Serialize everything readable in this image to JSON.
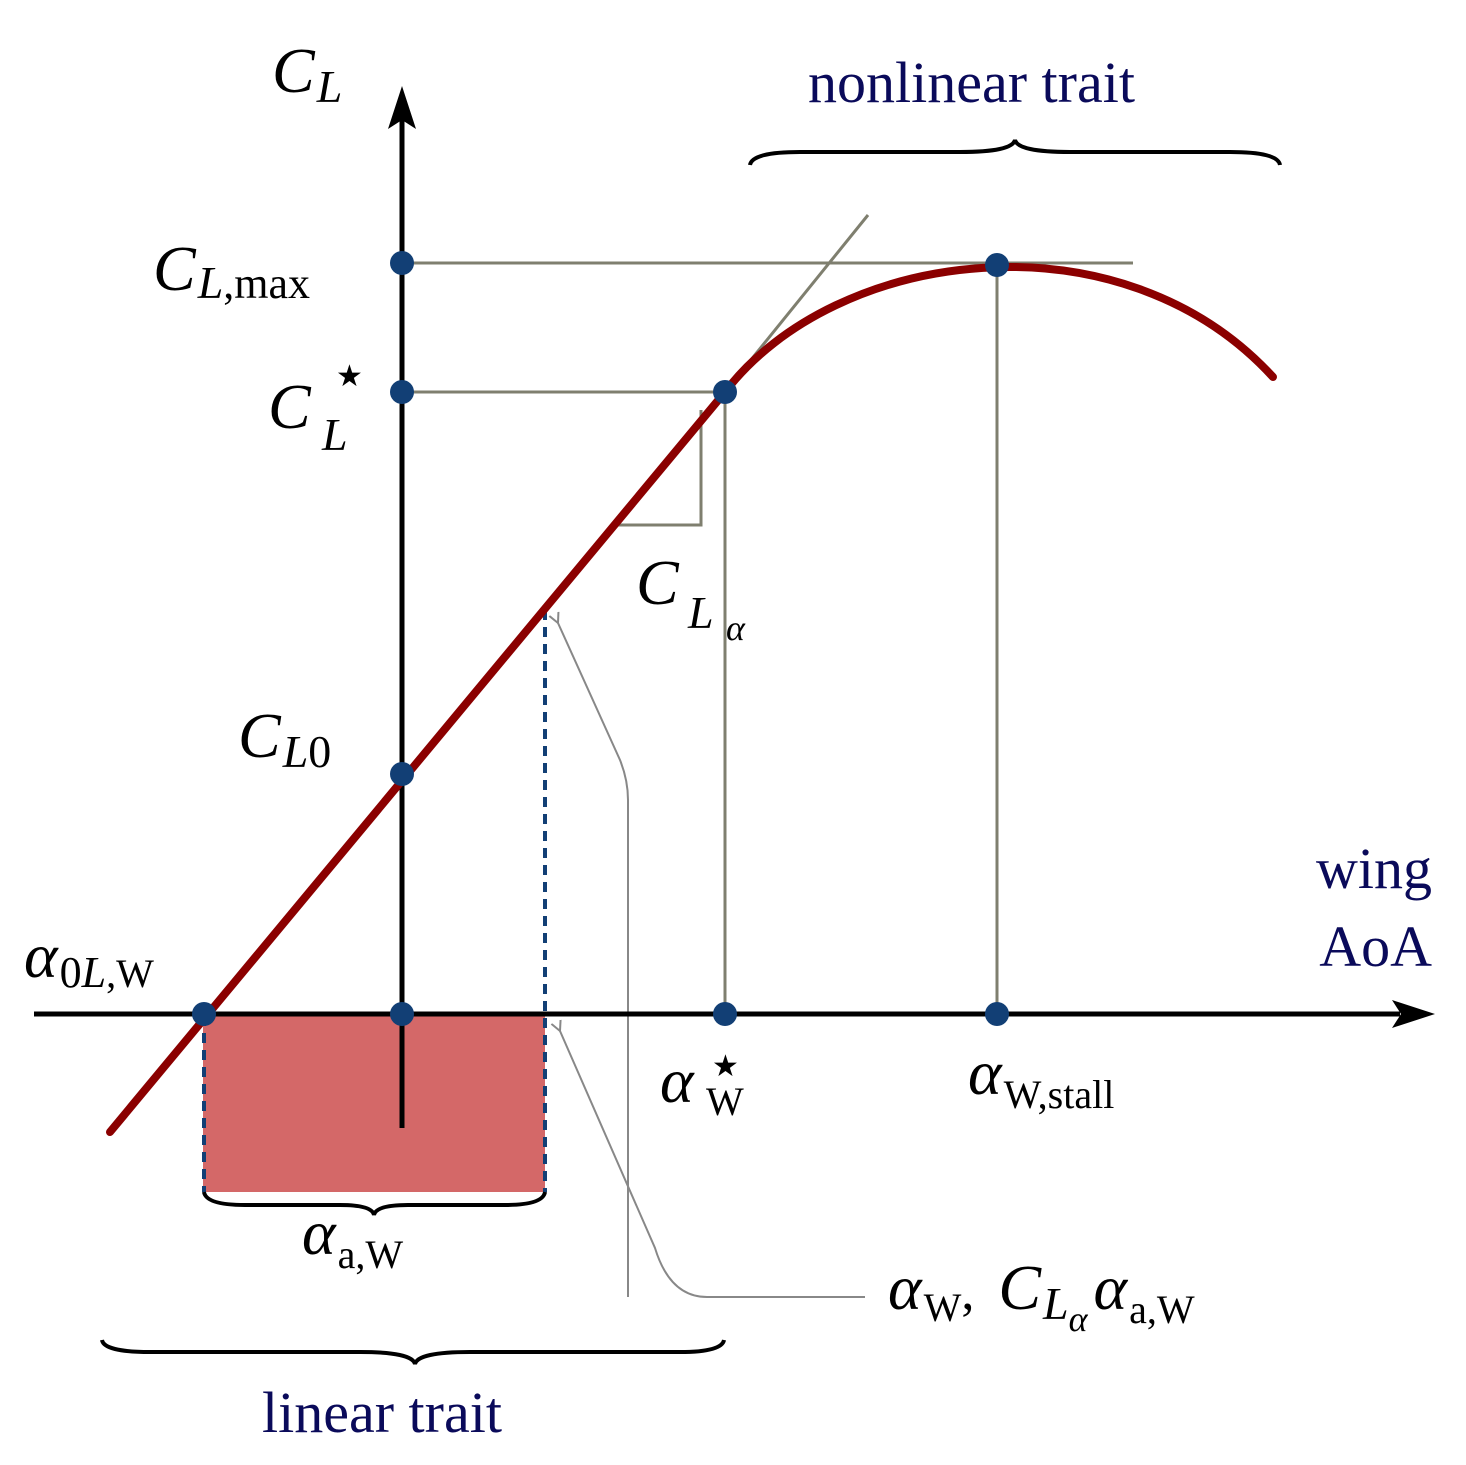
{
  "labels": {
    "y_axis_main": "C",
    "y_axis_sub": "L",
    "x_axis_line1": "wing",
    "x_axis_line2": "AoA",
    "nonlinear_trait": "nonlinear trait",
    "linear_trait": "linear trait",
    "cl_max_main": "C",
    "cl_max_sub": "L",
    "cl_max_sub2": ",max",
    "cl_star_main": "C",
    "cl_star_sub": "L",
    "star": "★",
    "cl0_main": "C",
    "cl0_sub": "L",
    "cl0_sub2": "0",
    "cla_main": "C",
    "cla_sub": "L",
    "cla_subsub": "α",
    "alpha0l_main": "α",
    "alpha0l_sub": "0",
    "alpha0l_sub_l": "L",
    "alpha0l_sub_w": ",W",
    "alpha_star_main": "α",
    "alpha_star_sub": "W",
    "alpha_stall_main": "α",
    "alpha_stall_sub": "W,stall",
    "alpha_a_main": "α",
    "alpha_a_sub": "a,W",
    "callout_alpha": "α",
    "callout_alpha_sub": "W",
    "callout_comma": ",",
    "callout_c": "C",
    "callout_c_sub": "L",
    "callout_c_subsub": "α",
    "callout_alpha2": "α",
    "callout_alpha2_sub": "a,W"
  },
  "colors": {
    "curve": "#8b0000",
    "points": "#123f75",
    "fill_region": "#d46868",
    "guides": "#7f7f6f",
    "text_blue": "#0a0a5a",
    "axes": "#000000"
  }
}
